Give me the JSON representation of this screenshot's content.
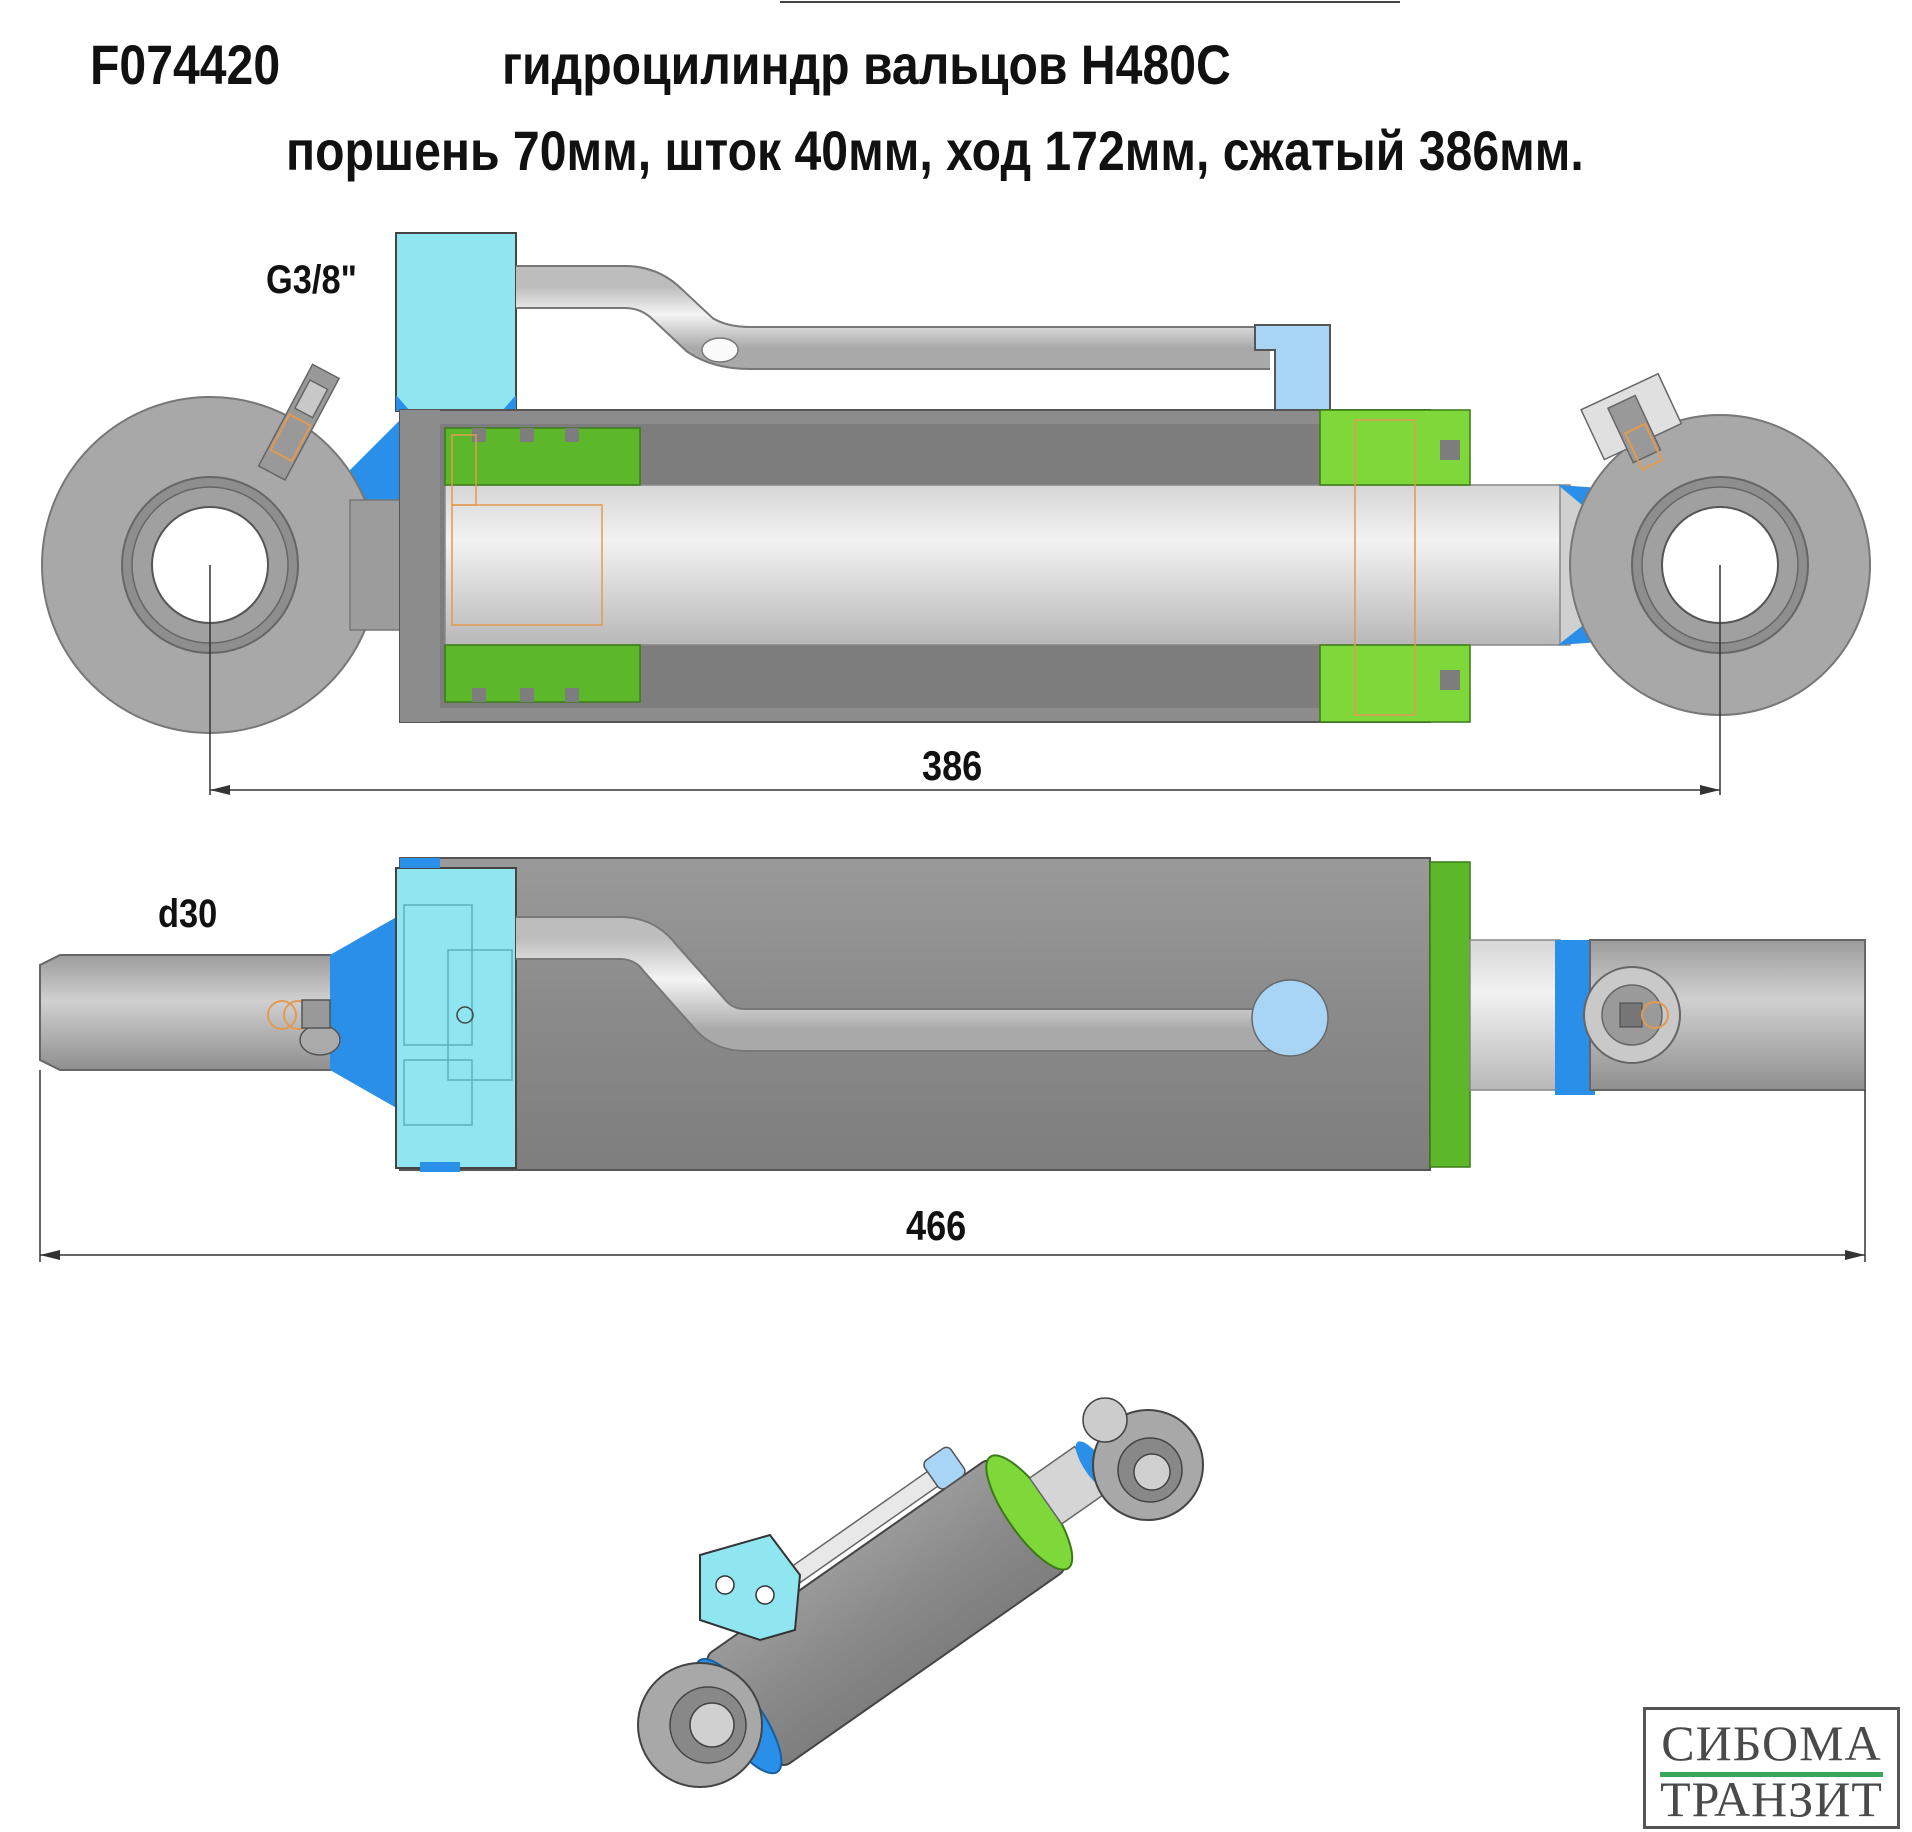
{
  "header": {
    "part_number": "F074420",
    "title_line1": "гидроцилиндр вальцов H480C",
    "title_line2": "поршень 70мм, шток 40мм, ход 172мм, сжатый 386мм."
  },
  "labels": {
    "port": "G3/8\"",
    "eye_diameter": "d30",
    "dim_retracted": "386",
    "dim_overall": "466"
  },
  "logo": {
    "line1": "СИБОМА",
    "line2": "ТРАНЗИТ"
  },
  "colors": {
    "barrel": "#8c8c8c",
    "rod": "#e0e0e0",
    "port_block": "#8fe6f0",
    "piston": "#5cb82a",
    "gland": "#7ed83a",
    "seal_blue": "#2a8fe8",
    "pipe_end": "#a8d4f5",
    "logo_green": "#3aa658"
  }
}
